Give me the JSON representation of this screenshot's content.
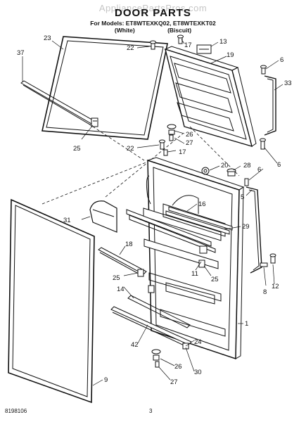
{
  "watermark": "AppliancePartsPros.com",
  "header": {
    "title": "DOOR PARTS",
    "models_line": "For Models: ET8WTEXKQ02, ET8WTEXKT02",
    "color_white": "(White)",
    "color_biscuit": "(Biscuit)"
  },
  "callouts": {
    "c23": "23",
    "c37": "37",
    "c22a": "22",
    "c17a": "17",
    "c13": "13",
    "c19": "19",
    "c6a": "6",
    "c33": "33",
    "c25a": "25",
    "c26a": "26",
    "c27a": "27",
    "c22b": "22",
    "c17b": "17",
    "c6b": "6",
    "c20": "20",
    "c28": "28",
    "c6c": "6",
    "c5": "5",
    "c31": "31",
    "c16": "16",
    "c29": "29",
    "c18": "18",
    "c11": "11",
    "c25b": "25",
    "c25c": "25",
    "c14": "14",
    "c8": "8",
    "c12": "12",
    "c1": "1",
    "c24": "24",
    "c42": "42",
    "c26b": "26",
    "c30": "30",
    "c9": "9",
    "c27b": "27"
  },
  "footer": {
    "doc_number": "8198106",
    "page_number": "3"
  }
}
